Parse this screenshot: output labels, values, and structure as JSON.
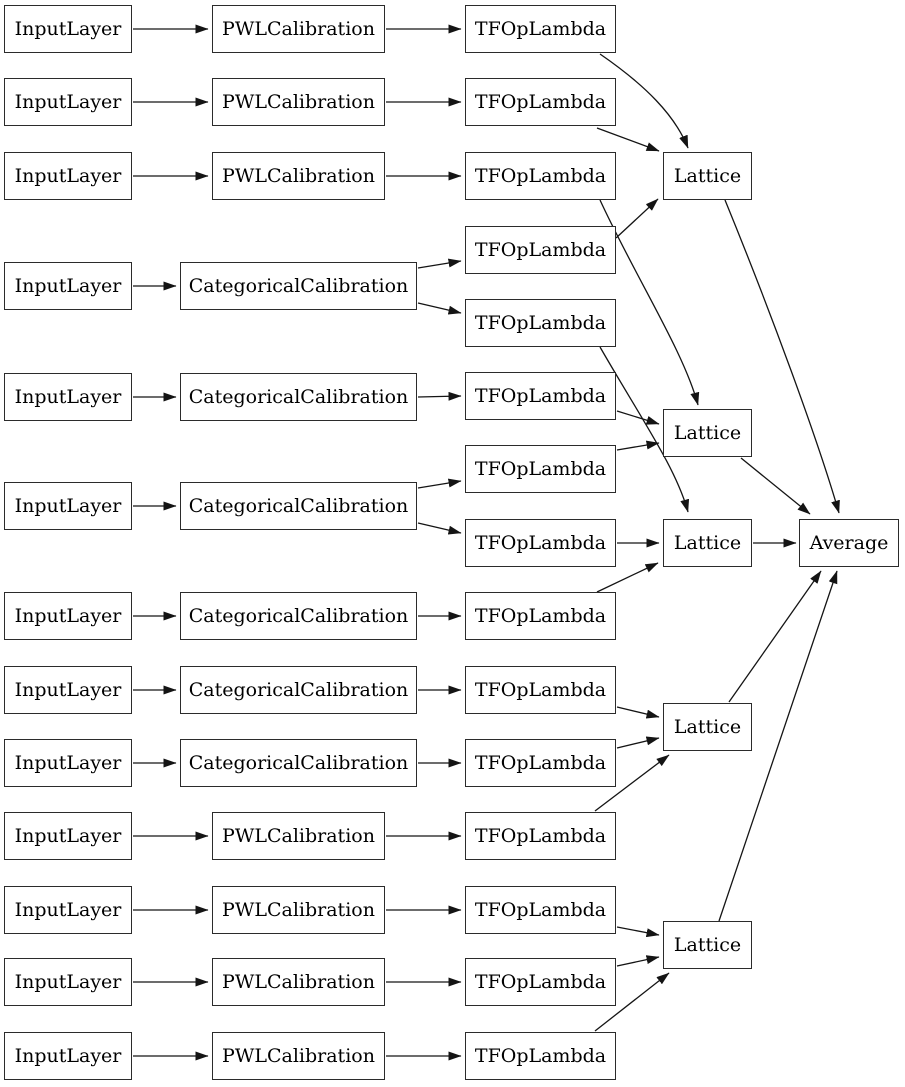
{
  "labels": {
    "input_layer": "InputLayer",
    "pwl_calibration": "PWLCalibration",
    "categorical_calibration": "CategoricalCalibration",
    "tf_op_lambda": "TFOpLambda",
    "lattice": "Lattice",
    "average": "Average"
  },
  "colors": {
    "background": "#ffffff",
    "node_fill": "#ffffff",
    "node_border": "#2b2b2b",
    "edge": "#141414",
    "text": "#000000"
  },
  "graph": {
    "node_counts": {
      "InputLayer": 13,
      "PWLCalibration": 7,
      "CategoricalCalibration": 6,
      "TFOpLambda": 15,
      "Lattice": 5,
      "Average": 1
    },
    "edges": [
      "input_1 -> pwl_1",
      "input_2 -> pwl_2",
      "input_3 -> pwl_3",
      "input_4 -> cat_1",
      "input_5 -> cat_2",
      "input_6 -> cat_3",
      "input_7 -> cat_4",
      "input_8 -> cat_5",
      "input_9 -> cat_6",
      "input_10 -> pwl_4",
      "input_11 -> pwl_5",
      "input_12 -> pwl_6",
      "input_13 -> pwl_7",
      "pwl_1 -> lambda_1",
      "pwl_2 -> lambda_2",
      "pwl_3 -> lambda_3",
      "cat_1 -> lambda_4",
      "cat_1 -> lambda_5",
      "cat_2 -> lambda_6",
      "cat_3 -> lambda_7",
      "cat_3 -> lambda_8",
      "cat_4 -> lambda_9",
      "cat_5 -> lambda_10",
      "cat_6 -> lambda_11",
      "pwl_4 -> lambda_12",
      "pwl_5 -> lambda_13",
      "pwl_6 -> lambda_14",
      "pwl_7 -> lambda_15",
      "lambda_1 -> lattice_1",
      "lambda_2 -> lattice_1",
      "lambda_4 -> lattice_1",
      "lambda_3 -> lattice_2",
      "lambda_6 -> lattice_2",
      "lambda_7 -> lattice_2",
      "lambda_5 -> lattice_3",
      "lambda_8 -> lattice_3",
      "lambda_9 -> lattice_3",
      "lambda_10 -> lattice_4",
      "lambda_11 -> lattice_4",
      "lambda_12 -> lattice_4",
      "lambda_13 -> lattice_5",
      "lambda_14 -> lattice_5",
      "lambda_15 -> lattice_5",
      "lattice_1 -> average",
      "lattice_2 -> average",
      "lattice_3 -> average",
      "lattice_4 -> average",
      "lattice_5 -> average"
    ]
  }
}
